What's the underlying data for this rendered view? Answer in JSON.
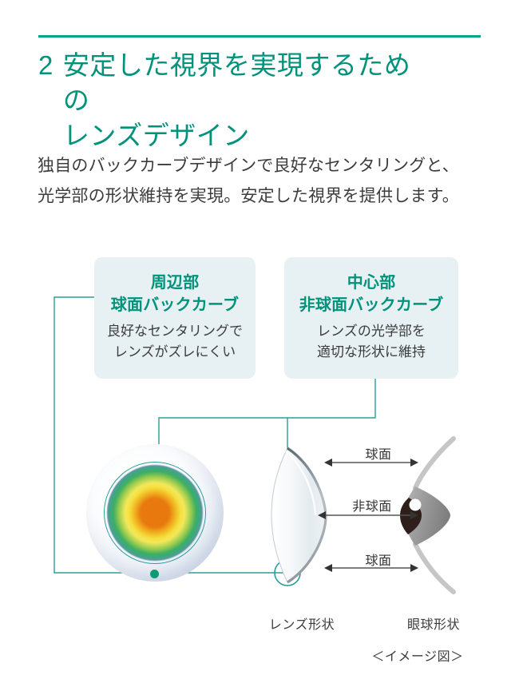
{
  "section": {
    "number": "2",
    "heading_line1": "安定した視界を実現するための",
    "heading_line2": "レンズデザイン",
    "body": "独自のバックカーブデザインで良好なセンタリングと、光学部の形状維持を実現。安定した視界を提供します。",
    "accent_color": "#00927a",
    "rule_color": "#00a58c"
  },
  "callouts": [
    {
      "title_line1": "周辺部",
      "title_line2": "球面バックカーブ",
      "desc_line1": "良好なセンタリングで",
      "desc_line2": "レンズがズレにくい",
      "background_color": "#e7f1f3",
      "title_color": "#00927a"
    },
    {
      "title_line1": "中心部",
      "title_line2": "非球面バックカーブ",
      "desc_line1": "レンズの光学部を",
      "desc_line2": "適切な形状に維持",
      "background_color": "#e7f1f3",
      "title_color": "#00927a"
    }
  ],
  "diagram": {
    "connector_color": "#2a9d9a",
    "marker_dot_color": "#0f9a74",
    "dimension_labels": {
      "top": "球面",
      "middle": "非球面",
      "bottom": "球面"
    },
    "lens_ring_colors": [
      "#e8790f",
      "#f5e03f",
      "#3fae63",
      "#7b86c0",
      "#ffffff"
    ],
    "eye_iris_color": "#2e1f1b",
    "eye_cornea_color": "#9a9a9a"
  },
  "captions": {
    "lens_shape": "レンズ形状",
    "eye_shape": "眼球形状",
    "image_note": "＜イメージ図＞"
  }
}
